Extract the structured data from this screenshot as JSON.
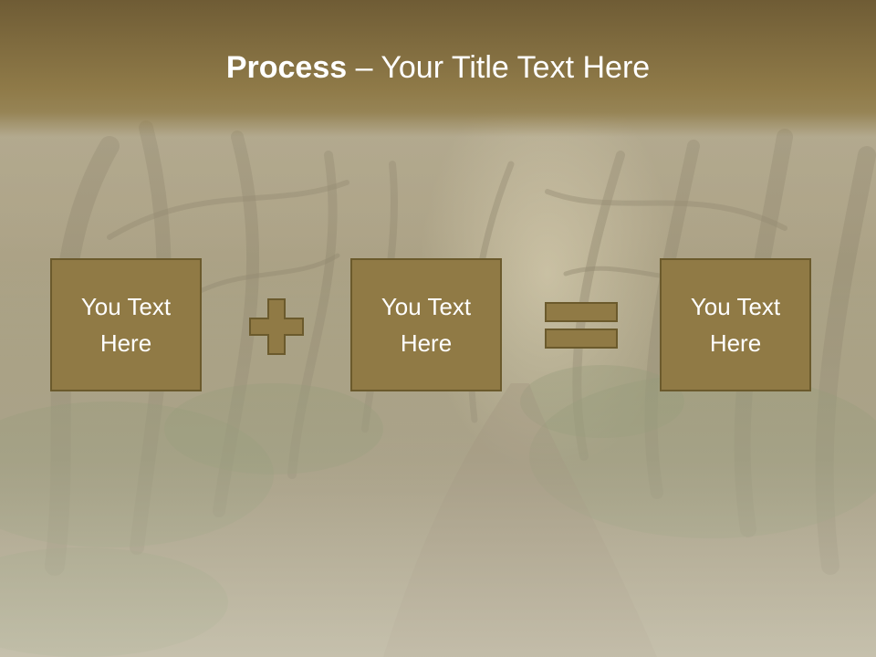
{
  "title": {
    "bold": "Process",
    "dash": " – ",
    "rest": "Your Title Text Here"
  },
  "boxes": [
    {
      "text": "You Text Here"
    },
    {
      "text": "You Text Here"
    },
    {
      "text": "You Text Here"
    }
  ],
  "colors": {
    "box_fill": "#907a45",
    "box_border": "#6b5a2c",
    "header": "#7e6a3e",
    "text": "#ffffff"
  },
  "icons": {
    "operator_1": "plus-icon",
    "operator_2": "equals-icon"
  }
}
